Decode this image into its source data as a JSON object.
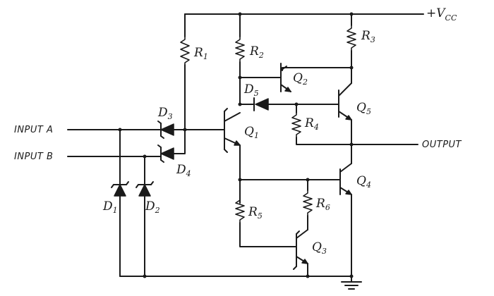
{
  "labels": {
    "vcc_prefix": "+V",
    "vcc_sub": "CC",
    "input_a": "INPUT A",
    "input_b": "INPUT B",
    "output": "OUTPUT",
    "r1": "R",
    "r1_sub": "1",
    "r2": "R",
    "r2_sub": "2",
    "r3": "R",
    "r3_sub": "3",
    "r4": "R",
    "r4_sub": "4",
    "r5": "R",
    "r5_sub": "5",
    "r6": "R",
    "r6_sub": "6",
    "d1": "D",
    "d1_sub": "1",
    "d2": "D",
    "d2_sub": "2",
    "d3": "D",
    "d3_sub": "3",
    "d4": "D",
    "d4_sub": "4",
    "d5": "D",
    "d5_sub": "5",
    "q1": "Q",
    "q1_sub": "1",
    "q2": "Q",
    "q2_sub": "2",
    "q3": "Q",
    "q3_sub": "3",
    "q4": "Q",
    "q4_sub": "4",
    "q5": "Q",
    "q5_sub": "5"
  }
}
